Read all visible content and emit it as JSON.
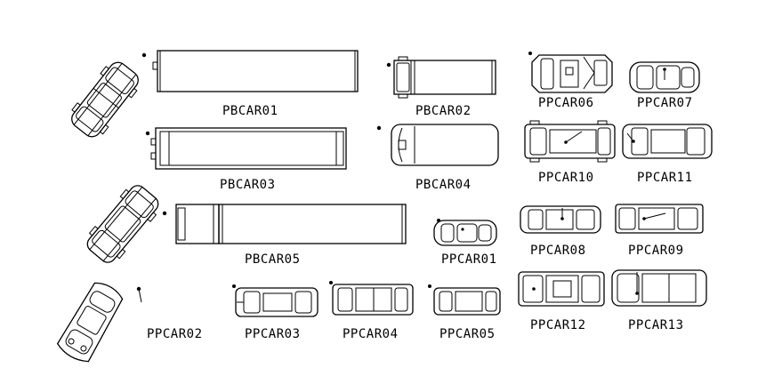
{
  "blocks": {
    "pbcar01": "PBCAR01",
    "pbcar02": "PBCAR02",
    "pbcar03": "PBCAR03",
    "pbcar04": "PBCAR04",
    "pbcar05": "PBCAR05",
    "ppcar01": "PPCAR01",
    "ppcar02": "PPCAR02",
    "ppcar03": "PPCAR03",
    "ppcar04": "PPCAR04",
    "ppcar05": "PPCAR05",
    "ppcar06": "PPCAR06",
    "ppcar07": "PPCAR07",
    "ppcar08": "PPCAR08",
    "ppcar09": "PPCAR09",
    "ppcar10": "PPCAR10",
    "ppcar11": "PPCAR11",
    "ppcar12": "PPCAR12",
    "ppcar13": "PPCAR13"
  },
  "colors": {
    "line": "#000000",
    "background": "#ffffff"
  }
}
